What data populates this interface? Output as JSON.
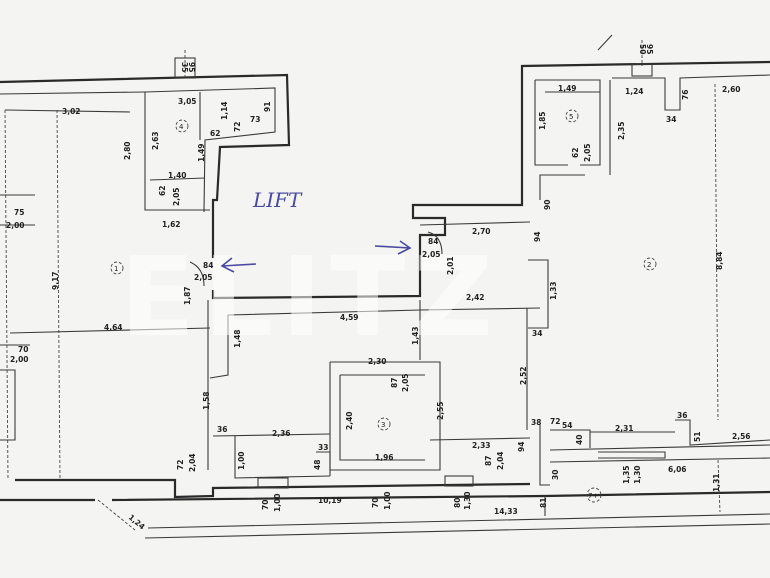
{
  "watermark": "ELITZ",
  "handwritten_note": "LIFT",
  "rooms": [
    "1",
    "2",
    "3",
    "4",
    "5",
    "7+"
  ],
  "dimensions": {
    "top_left": [
      "3,02",
      "3,05",
      "2,80",
      "2,63",
      "1,14",
      "91",
      "73",
      "72",
      "62",
      "1,49",
      "1,40",
      "62",
      "2,05",
      "1,62",
      "75",
      "2,00",
      "9,17",
      "4,64",
      "70",
      "2,00",
      "35",
      "95"
    ],
    "top_right": [
      "1,49",
      "1,85",
      "2,05",
      "62",
      "2,35",
      "1,24",
      "76",
      "34",
      "2,60",
      "90",
      "2,70",
      "94",
      "84",
      "2,05",
      "2,01",
      "2,42",
      "1,33",
      "8,84",
      "50",
      "95"
    ],
    "middle": [
      "84",
      "2,05",
      "1,87",
      "4,59",
      "1,48",
      "1,43",
      "2,30",
      "87",
      "2,05",
      "2,40",
      "1,96",
      "2,55",
      "2,52",
      "34",
      "1,58",
      "36",
      "2,36",
      "33",
      "48",
      "1,00"
    ],
    "bottom": [
      "72",
      "2,04",
      "70",
      "1,00",
      "10,19",
      "70",
      "1,00",
      "2,33",
      "87",
      "2,04",
      "94",
      "80",
      "1,30",
      "14,33",
      "81",
      "38",
      "72",
      "54",
      "40",
      "2,31",
      "36",
      "51",
      "2,56",
      "1,35",
      "1,30",
      "6,06",
      "30",
      "1,31",
      "1,24"
    ]
  }
}
